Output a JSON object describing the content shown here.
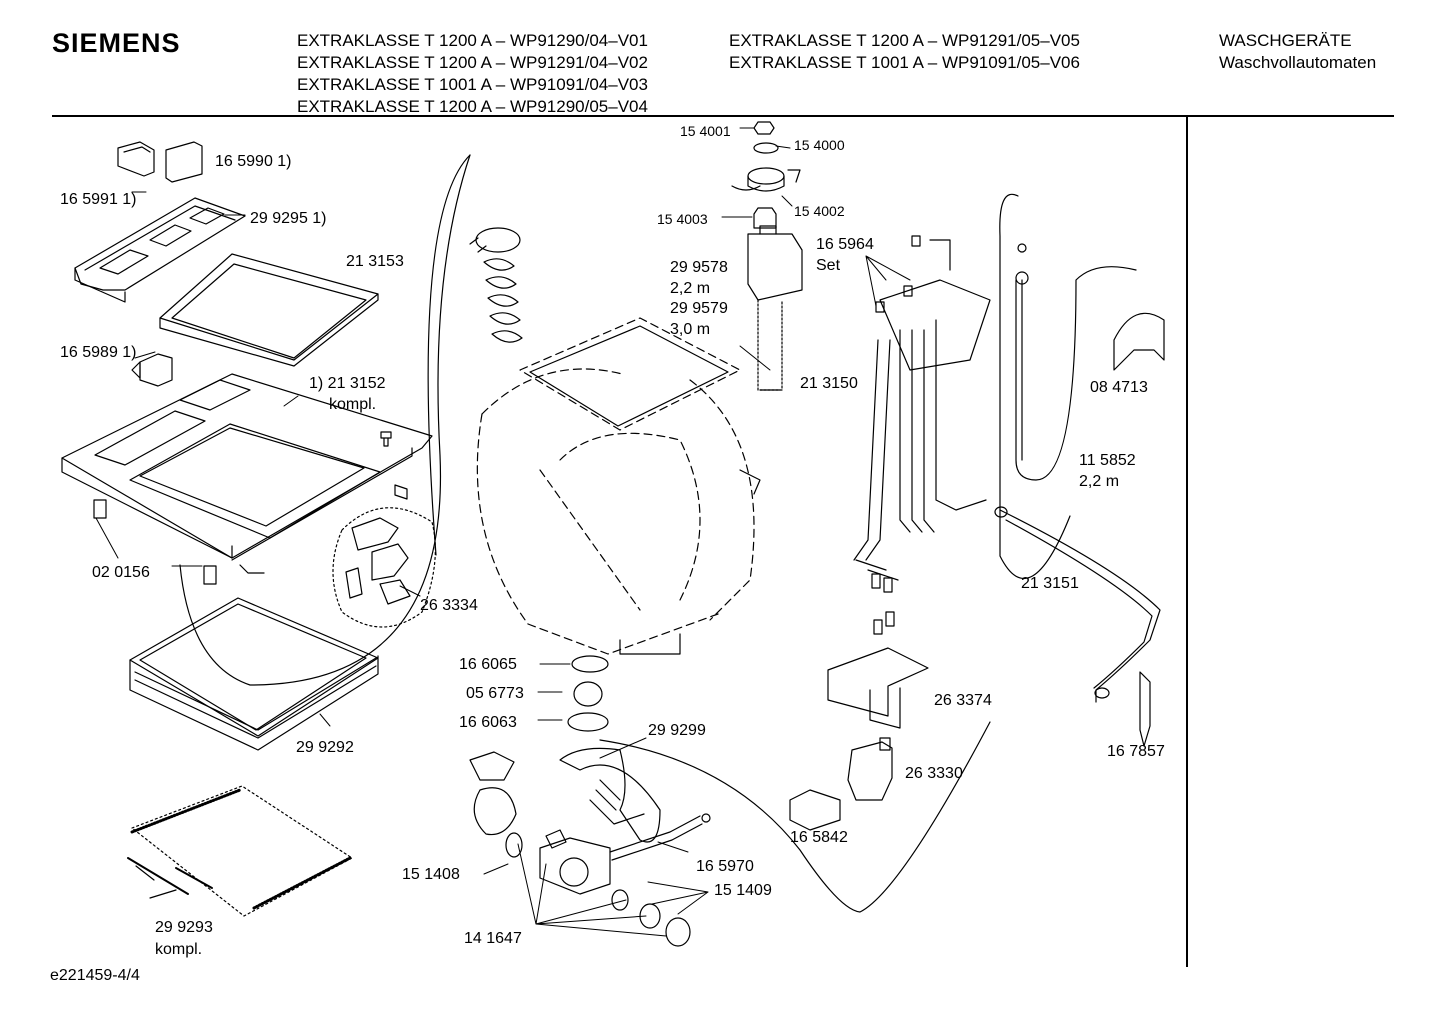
{
  "header": {
    "brand": "SIEMENS",
    "models_col1": [
      "EXTRAKLASSE T 1200 A – WP91290/04–V01",
      "EXTRAKLASSE T 1200 A – WP91291/04–V02",
      "EXTRAKLASSE T 1001 A – WP91091/04–V03",
      "EXTRAKLASSE T 1200 A – WP91290/05–V04"
    ],
    "models_col2": [
      "EXTRAKLASSE T 1200 A – WP91291/05–V05",
      "EXTRAKLASSE T 1001 A – WP91091/05–V06"
    ],
    "category": [
      "WASCHGERÄTE",
      "Waschvollautomaten"
    ]
  },
  "parts": {
    "p165990": "16 5990 1)",
    "p165991": "16 5991 1)",
    "p299295": "29 9295 1)",
    "p213153": "21 3153",
    "p165989": "16 5989 1)",
    "p213152": "1) 21 3152",
    "p213152b": "kompl.",
    "p020156": "02 0156",
    "p263334": "26 3334",
    "p299292": "29 9292",
    "p299293": "29 9293",
    "p299293b": "kompl.",
    "p154001": "15 4001",
    "p154000": "15 4000",
    "p154002": "15 4002",
    "p154003": "15 4003",
    "p299578": "29 9578",
    "p299578b": "2,2 m",
    "p299579": "29 9579",
    "p299579b": "3,0 m",
    "p165964": "16 5964",
    "p165964b": "Set",
    "p213150": "21 3150",
    "p084713": "08 4713",
    "p115852": "11 5852",
    "p115852b": "2,2 m",
    "p213151": "21 3151",
    "p166065": "16 6065",
    "p056773": "05 6773",
    "p166063": "16 6063",
    "p299299": "29 9299",
    "p263374": "26 3374",
    "p167857": "16 7857",
    "p263330": "26 3330",
    "p165842": "16 5842",
    "p165970": "16 5970",
    "p151408": "15 1408",
    "p151409": "15 1409",
    "p141647": "14 1647"
  },
  "footer": "e221459-4/4"
}
